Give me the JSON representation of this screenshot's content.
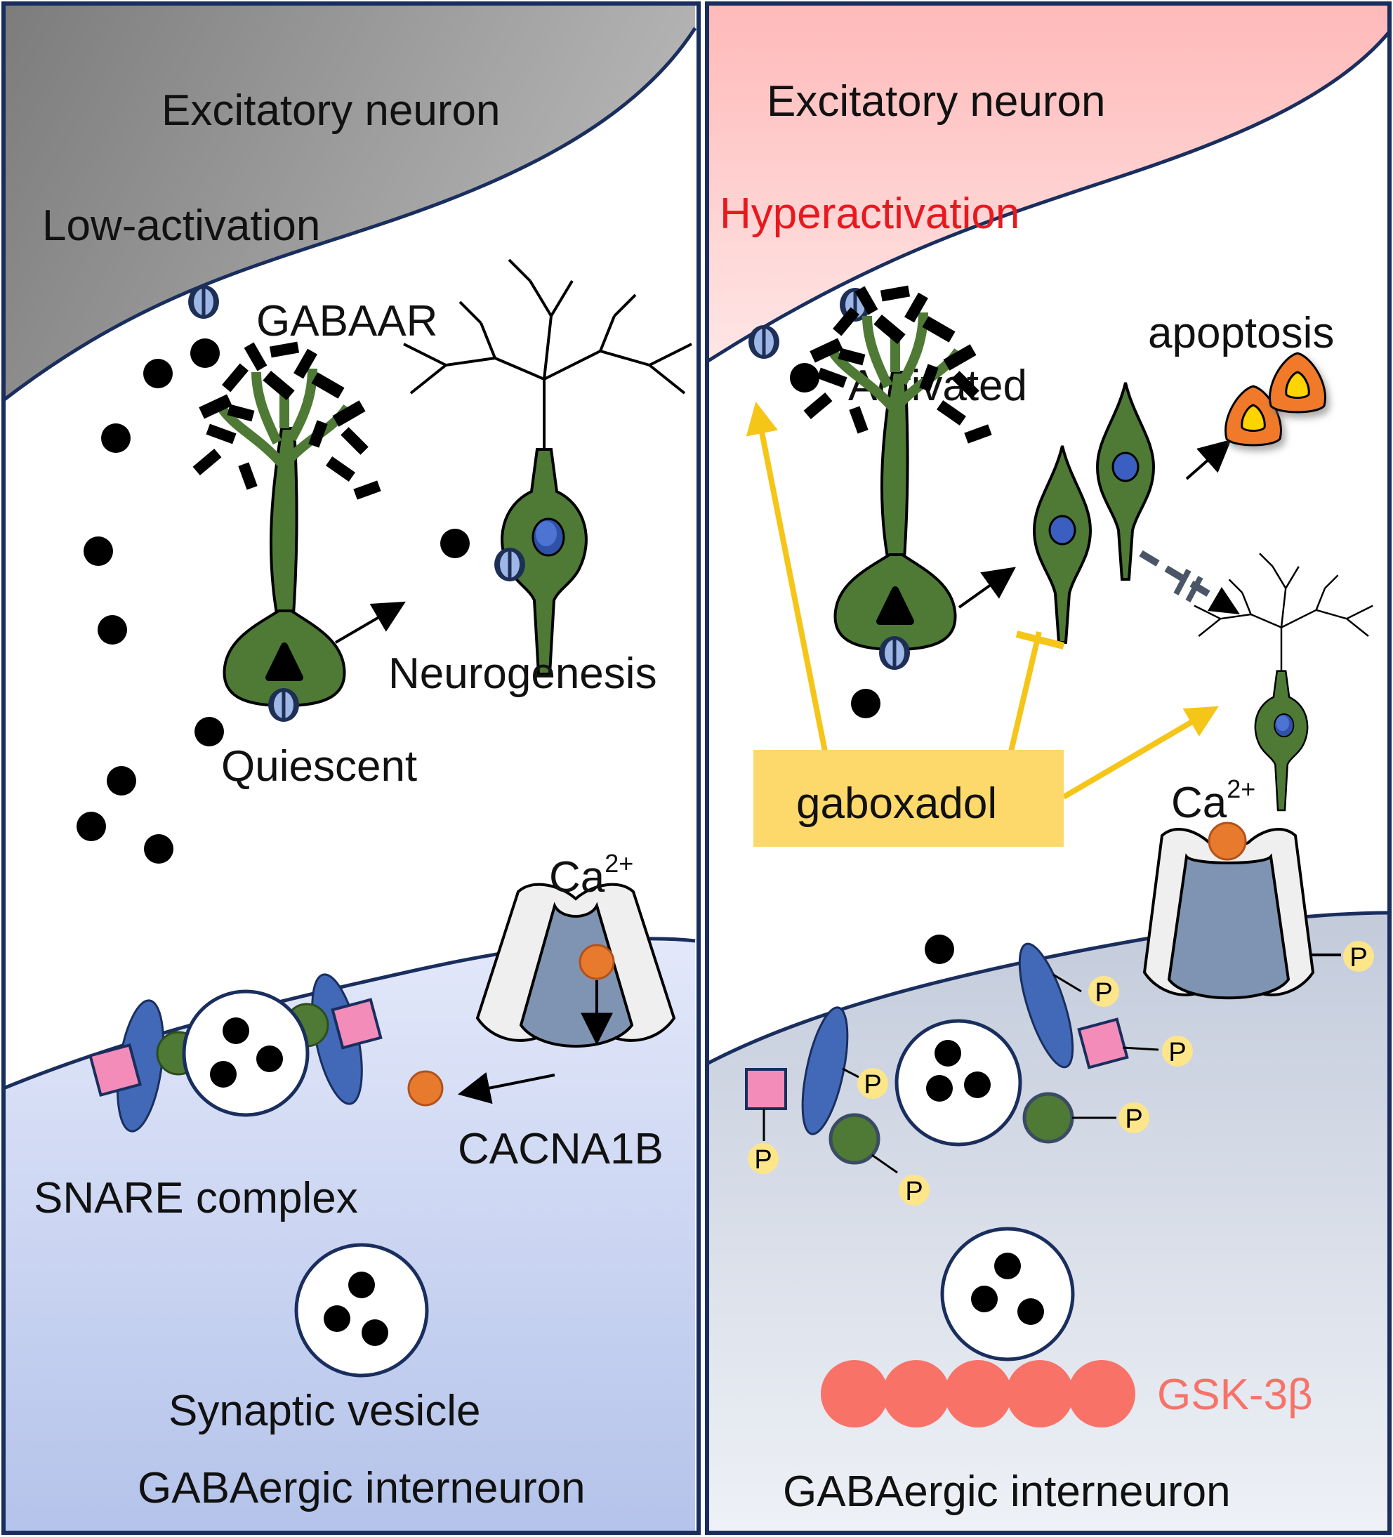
{
  "left_panel": {
    "excitatory_label": "Excitatory  neuron",
    "state_label": "Low-activation",
    "receptor_label": "GABAAR",
    "quiescent_label": "Quiescent",
    "neurogenesis_label": "Neurogenesis",
    "calcium_label": "Ca",
    "calcium_superscript": "2+",
    "channel_label": "CACNA1B",
    "snare_label": "SNARE complex",
    "vesicle_label": "Synaptic vesicle",
    "interneuron_label": "GABAergic  interneuron"
  },
  "right_panel": {
    "excitatory_label": "Excitatory  neuron",
    "state_label": "Hyperactivation",
    "activated_label": "Activated",
    "apoptosis_label": "apoptosis",
    "drug_label": "gaboxadol",
    "calcium_label": "Ca",
    "calcium_superscript": "2+",
    "phospho_label": "P",
    "kinase_label": "GSK-3β",
    "interneuron_label": "GABAergic  interneuron"
  },
  "colors": {
    "left_excitatory": "#9a9a9a",
    "right_excitatory": "#ffc8c8",
    "left_interneuron": "#c2cdee",
    "right_interneuron": "#dde3ee",
    "neuron_green": "#4e7a35",
    "membrane_blue": "#1a2e5e",
    "snare_blue": "#4169b8",
    "snare_pink": "#f48cba",
    "calcium_orange": "#e87a2e",
    "drug_yellow": "#fdd86a",
    "arrow_yellow": "#f5c518",
    "phospho_yellow": "#fde58a",
    "kinase_salmon": "#f87268",
    "hyper_red": "#e8191e"
  }
}
